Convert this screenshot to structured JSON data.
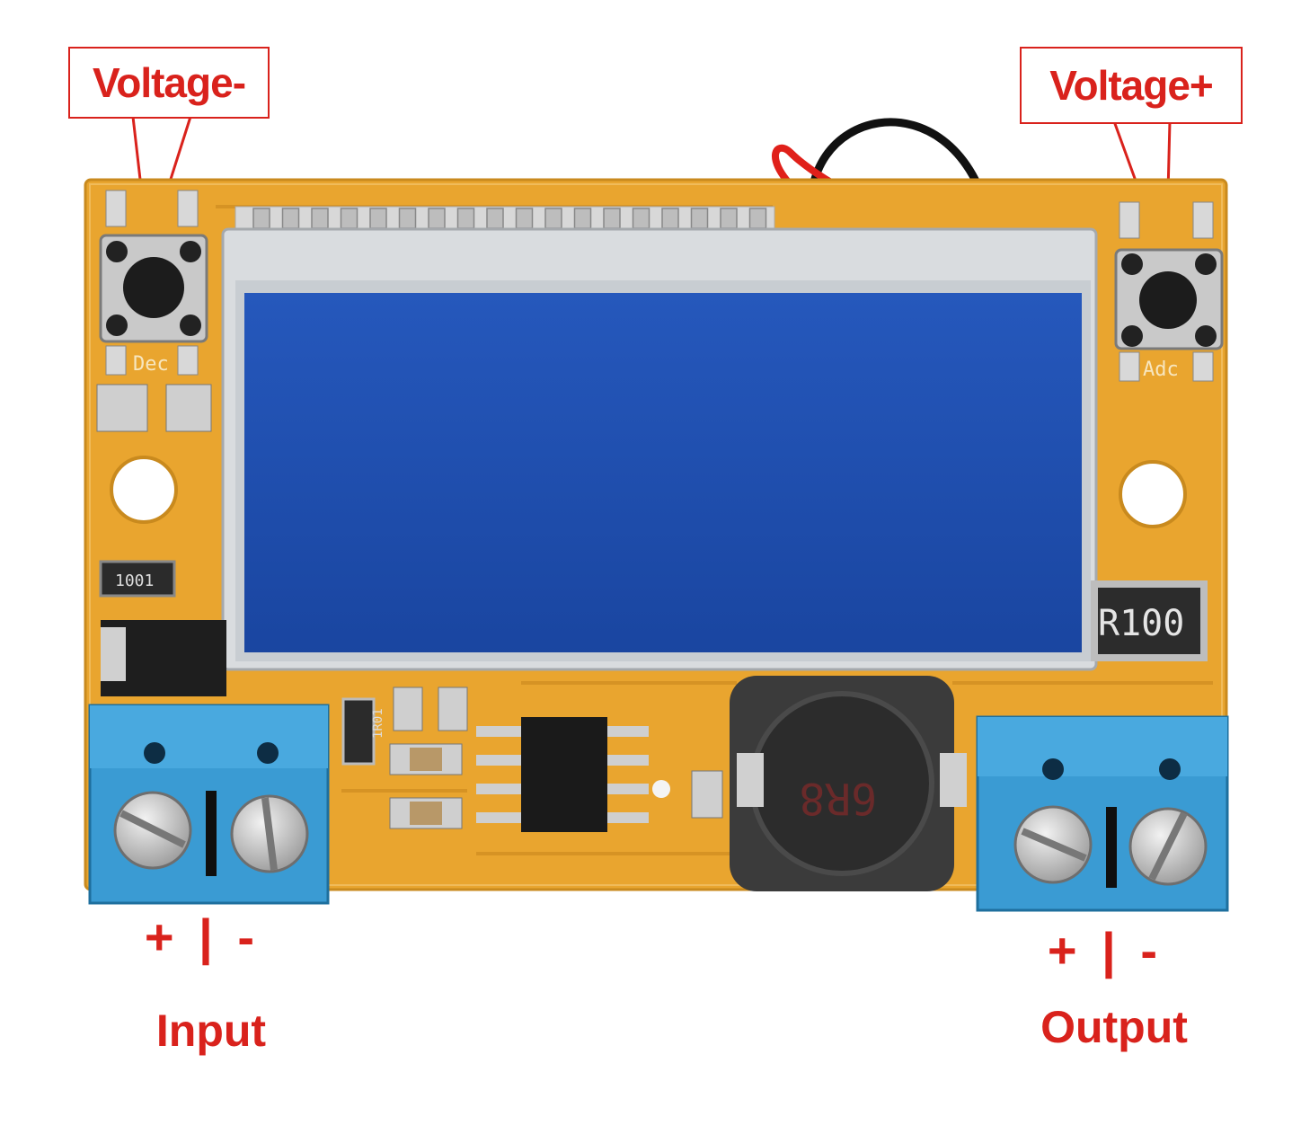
{
  "callouts": {
    "voltage_minus": "Voltage-",
    "voltage_plus": "Voltage+"
  },
  "terminals": {
    "input": {
      "polarity": "+ | -",
      "label": "Input"
    },
    "output": {
      "polarity": "+ | -",
      "label": "Output"
    }
  },
  "board_markings": {
    "button_left": "Dec",
    "button_right": "Adc",
    "shunt_resistor": "R100",
    "inductor": "6R8",
    "smd_resistor_a": "1001",
    "smd_resistor_b": "1R01"
  },
  "colors": {
    "pcb": "#e9a52f",
    "lcd": "#1f4fb0",
    "terminal_block": "#3a9bd3",
    "callout_red": "#d9221c"
  }
}
